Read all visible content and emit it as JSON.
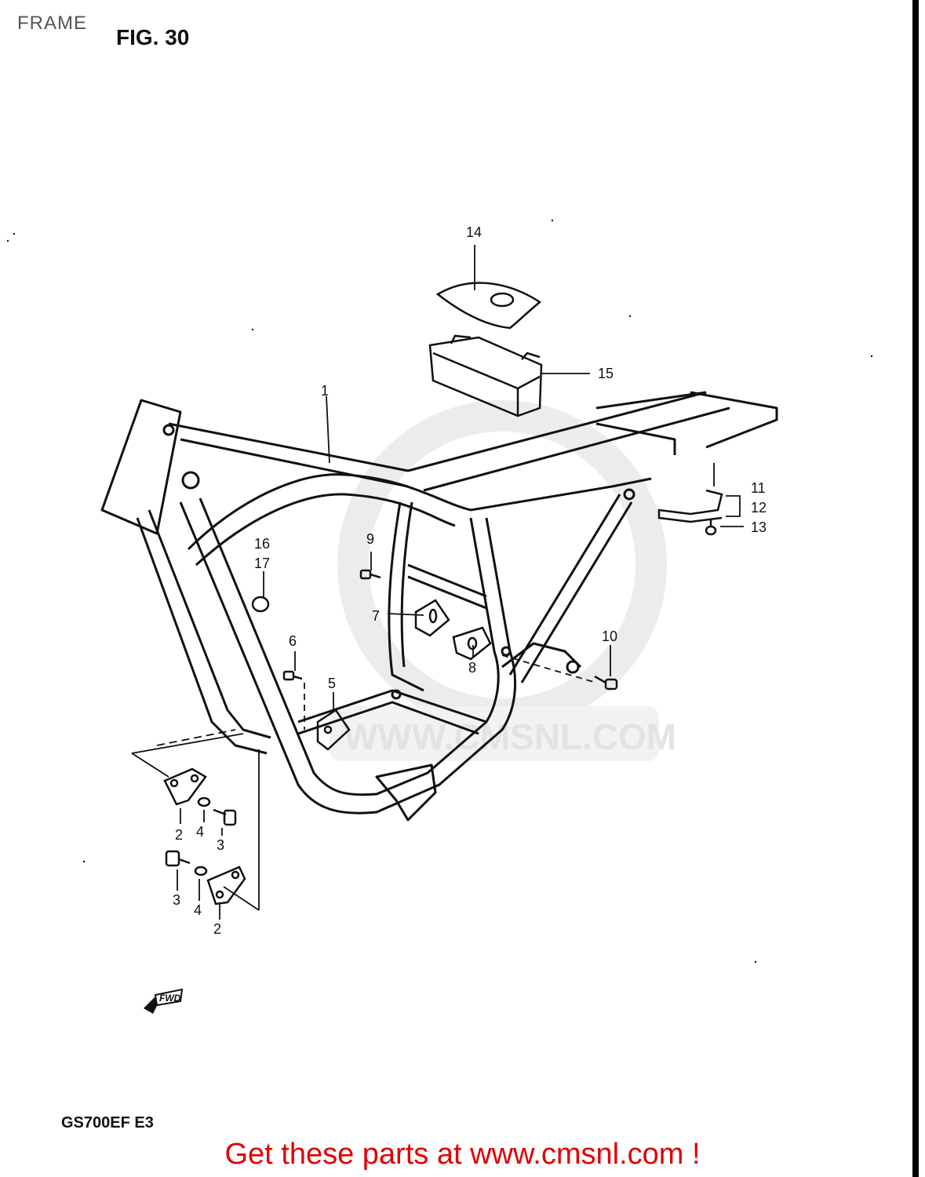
{
  "header": {
    "title": "FRAME",
    "figure": "FIG. 30"
  },
  "footer": {
    "model_code": "GS700EF E3",
    "link_text": "Get these parts at www.cmsnl.com !"
  },
  "watermark": {
    "text": "WWW.CMSNL.COM"
  },
  "direction_marker": {
    "label": "FWD",
    "icon": "forward-arrow-icon"
  },
  "callouts": [
    {
      "label": "1"
    },
    {
      "label": "2"
    },
    {
      "label": "2"
    },
    {
      "label": "3"
    },
    {
      "label": "3"
    },
    {
      "label": "4"
    },
    {
      "label": "4"
    },
    {
      "label": "5"
    },
    {
      "label": "6"
    },
    {
      "label": "7"
    },
    {
      "label": "8"
    },
    {
      "label": "9"
    },
    {
      "label": "10"
    },
    {
      "label": "11"
    },
    {
      "label": "12"
    },
    {
      "label": "13"
    },
    {
      "label": "14"
    },
    {
      "label": "15"
    },
    {
      "label": "16"
    },
    {
      "label": "17"
    }
  ],
  "colors": {
    "link": "#e00000",
    "line": "#111111",
    "watermark": "#e3e3e3"
  }
}
